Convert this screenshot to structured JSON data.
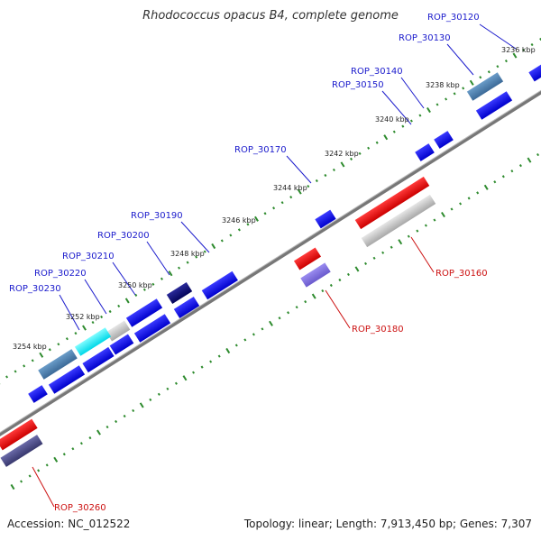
{
  "title": "Rhodococcus opacus B4, complete genome",
  "footer": {
    "accession": "Accession: NC_012522",
    "summary": "Topology: linear; Length: 7,913,450 bp; Genes: 7,307"
  },
  "colors": {
    "axis": "#7a7a7a",
    "tick": "#2e8b2e",
    "forward_gene": "#0000ee",
    "reverse_gene": "#ee0000",
    "label_forward": "#1a1acc",
    "label_reverse": "#cc1111"
  },
  "scale_labels": [
    "3236 kbp",
    "3238 kbp",
    "3240 kbp",
    "3242 kbp",
    "3244 kbp",
    "3246 kbp",
    "3248 kbp",
    "3250 kbp",
    "3252 kbp",
    "3254 kbp"
  ],
  "gene_labels_top": [
    "ROP_30120",
    "ROP_30130",
    "ROP_30140",
    "ROP_30150",
    "ROP_30170",
    "ROP_30190",
    "ROP_30200",
    "ROP_30210",
    "ROP_30220",
    "ROP_30230"
  ],
  "gene_labels_bottom": [
    "ROP_30160",
    "ROP_30180",
    "ROP_30260"
  ]
}
